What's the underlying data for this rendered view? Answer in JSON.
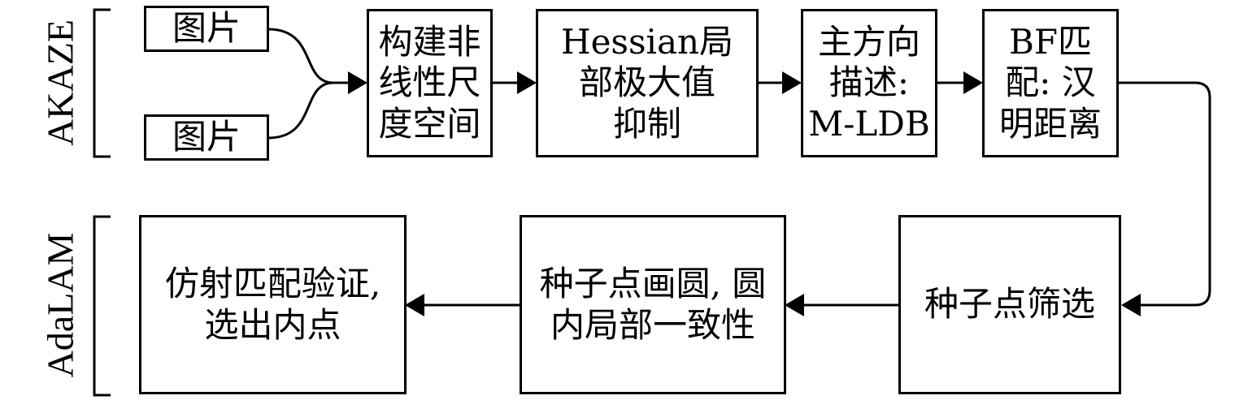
{
  "stages": {
    "top": {
      "label": "AKAZE"
    },
    "bottom": {
      "label": "AdaLAM"
    }
  },
  "inputs": {
    "image_1": "图片",
    "image_2": "图片"
  },
  "top_row": {
    "nonlinear_scale_space": "构建非\n线性尺\n度空间",
    "hessian_nms": "Hessian局\n部极大值\n抑制",
    "descriptor": "主方向\n描述:\nM-LDB",
    "bf_match": "BF匹\n配: 汉\n明距离"
  },
  "bottom_row": {
    "seed_filter": "种子点筛选",
    "seed_circle": "种子点画圆, 圆\n内局部一致性",
    "affine_verify": "仿射匹配验证,\n选出内点"
  },
  "colors": {
    "stroke": "#000000",
    "background": "#ffffff"
  }
}
